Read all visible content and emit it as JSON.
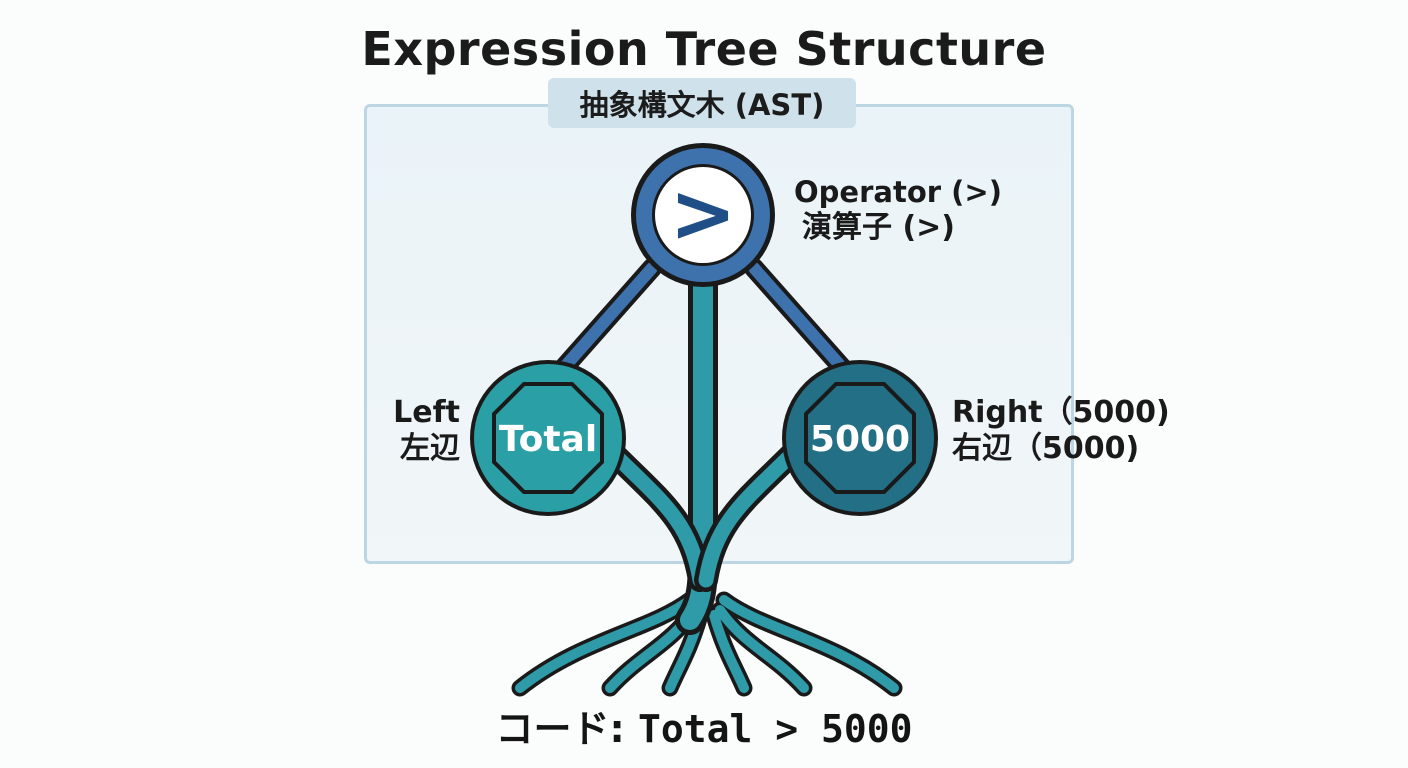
{
  "title": "Expression Tree Structure",
  "subtitle": "抽象構文木 (AST)",
  "operator": {
    "symbol": ">",
    "label_en": "Operator (>)",
    "label_ja": "演算子 (>)"
  },
  "left": {
    "value": "Total",
    "label_en": "Left",
    "label_ja": "左辺"
  },
  "right": {
    "value": "5000",
    "label_en": "Right（5000)",
    "label_ja": "右辺（5000)"
  },
  "code": {
    "prefix": "コード:",
    "expression": "Total > 5000"
  },
  "colors": {
    "operator_ring": "#3d72ad",
    "operator_symbol": "#1f4f86",
    "left_node": "#2aa0a6",
    "right_node": "#236f86",
    "trunk": "#2f9aa8",
    "panel_border": "#bcd6e4"
  }
}
